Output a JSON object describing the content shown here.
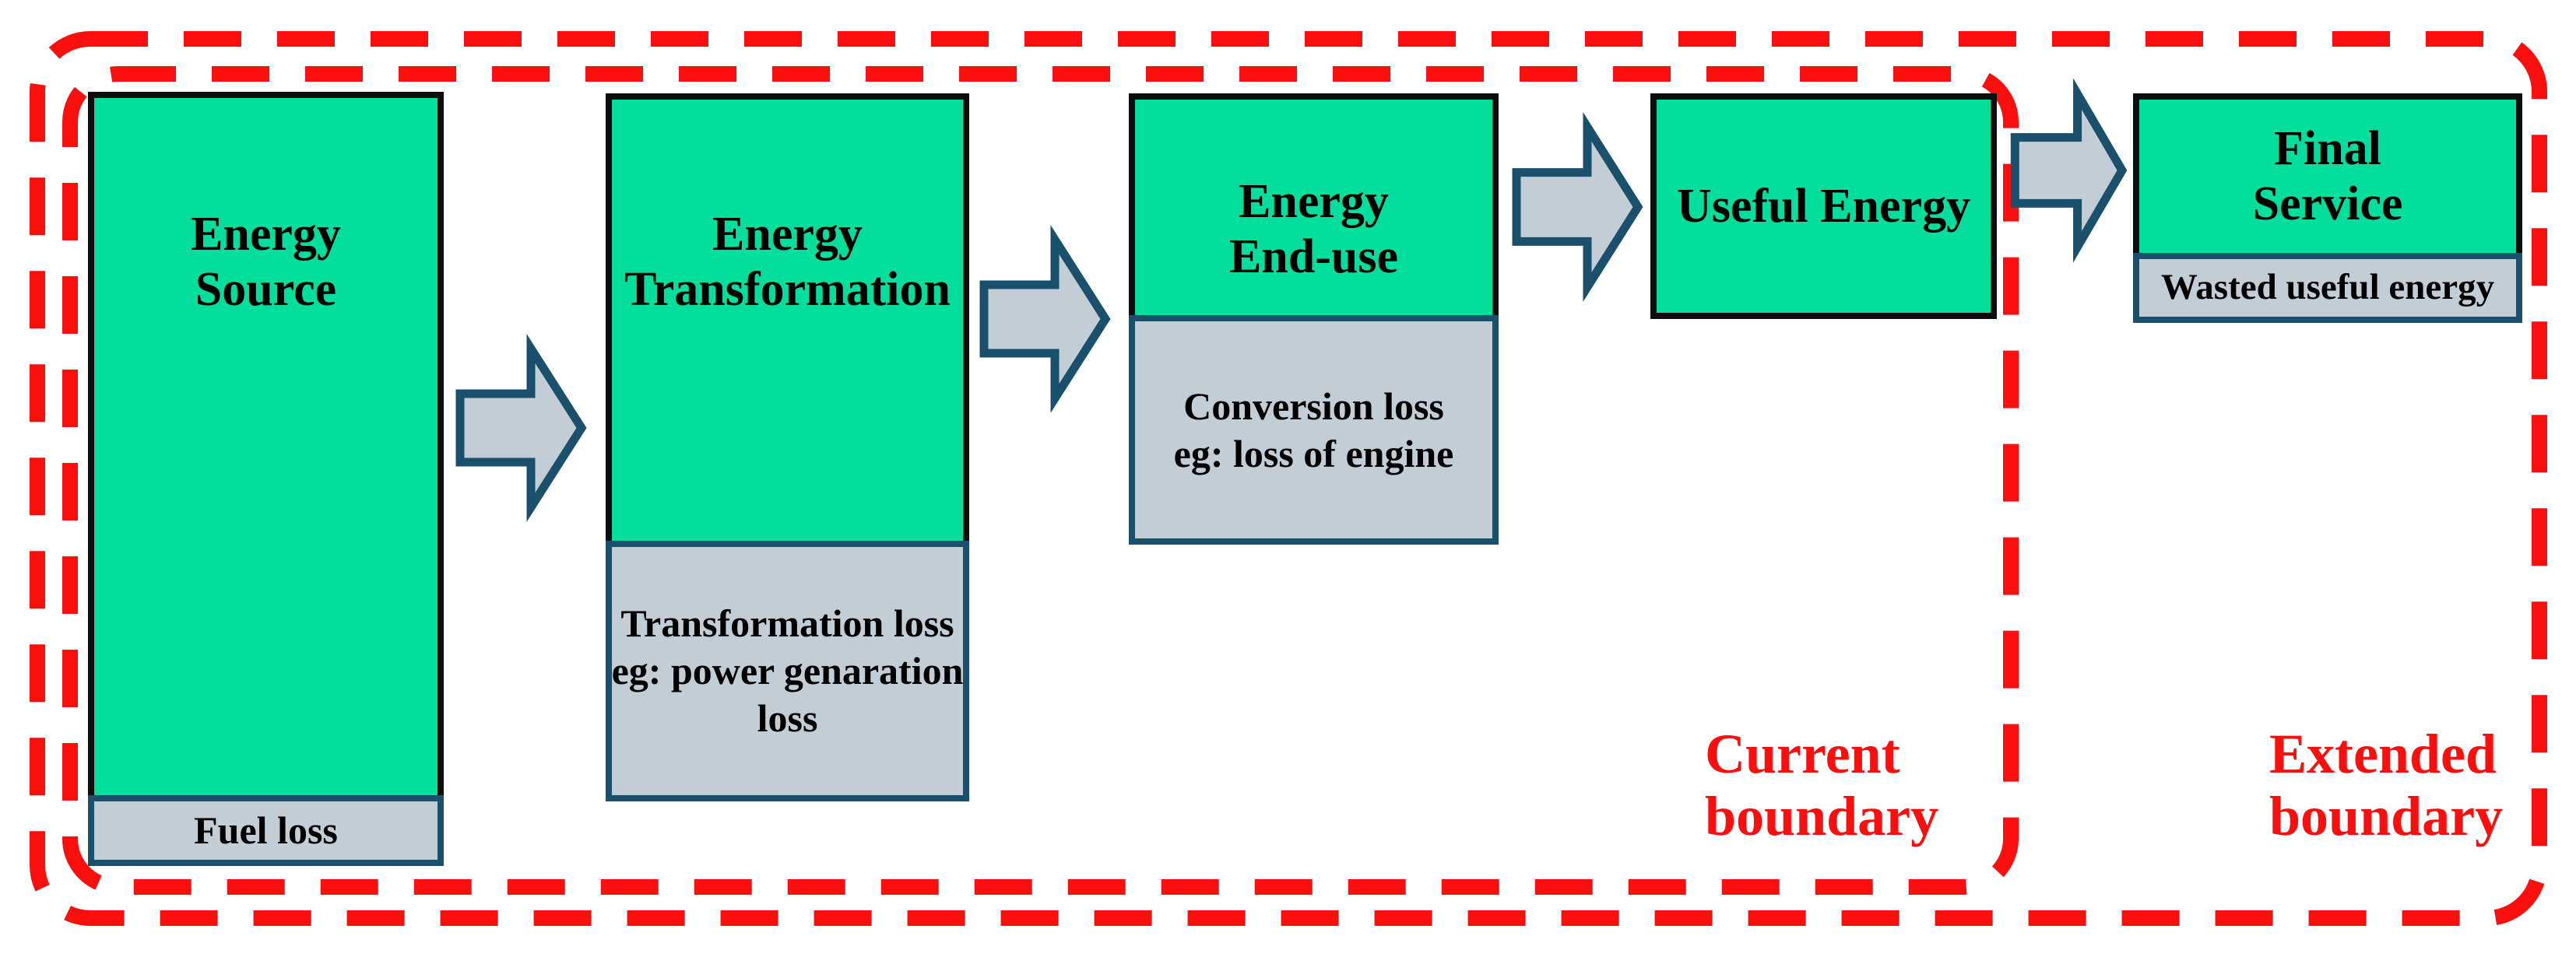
{
  "colors": {
    "stage_fill": "#03DE9C",
    "stage_border": "#0D0D0D",
    "loss_fill": "#C3CDD6",
    "loss_border": "#1A506B",
    "boundary_red": "#FA0E0E",
    "text": "#000000"
  },
  "stages": [
    {
      "name": "Energy Source",
      "label_lines": [
        "Energy",
        "Source"
      ],
      "loss": {
        "name": "Fuel loss",
        "lines": [
          "Fuel loss"
        ]
      }
    },
    {
      "name": "Energy Transformation",
      "label_lines": [
        "Energy",
        "Transformation"
      ],
      "loss": {
        "name": "Transformation loss",
        "lines": [
          "Transformation loss",
          "eg: power genaration",
          "loss"
        ]
      }
    },
    {
      "name": "Energy End-use",
      "label_lines": [
        "Energy",
        "End-use"
      ],
      "loss": {
        "name": "Conversion loss",
        "lines": [
          "Conversion loss",
          "eg: loss of engine"
        ]
      }
    },
    {
      "name": "Useful Energy",
      "label_lines": [
        "Useful Energy"
      ],
      "loss": null
    },
    {
      "name": "Final Service",
      "label_lines": [
        "Final",
        "Service"
      ],
      "loss": {
        "name": "Wasted useful energy",
        "lines": [
          "Wasted useful energy"
        ]
      }
    }
  ],
  "arrows": {
    "count": 4,
    "direction": "right"
  },
  "boundaries": {
    "current": {
      "name": "Current boundary",
      "label_lines": [
        "Current",
        "boundary"
      ]
    },
    "extended": {
      "name": "Extended boundary",
      "label_lines": [
        "Extended",
        "boundary"
      ]
    }
  }
}
